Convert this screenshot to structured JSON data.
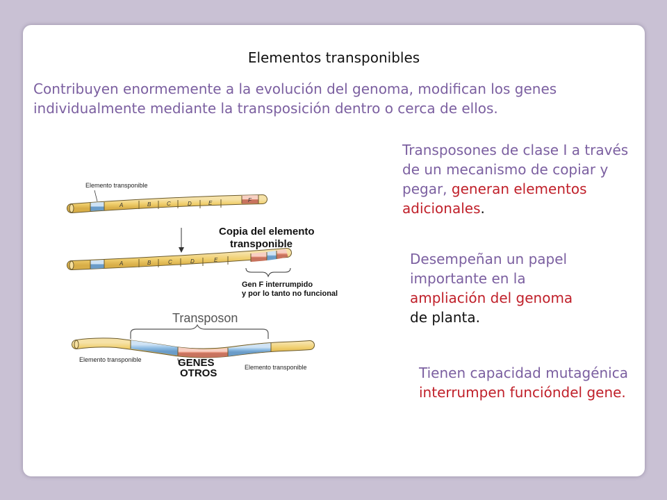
{
  "slide": {
    "title": "Elementos transponibles",
    "intro": "Contribuyen enormemente a la evolución del genoma, modifican los genes individualmente mediante la transposición dentro o cerca de ellos."
  },
  "block1": {
    "part1": "Transposones de clase I a través de un mecanismo de copiar y pegar,",
    "part2": " generan elementos adicionales",
    "part3": "."
  },
  "block2": {
    "part1": "Desempeñan un papel importante en la ",
    "part2": "ampliación del genoma",
    "part3": " de planta."
  },
  "block3": {
    "part1": "Tienen capacidad mutagénica ",
    "part2": "interrumpen funciónd",
    "part3": "el gene."
  },
  "diagram": {
    "label_elemento_top": "Elemento transponible",
    "segments": [
      "A",
      "B",
      "C",
      "D",
      "E",
      "F"
    ],
    "copia_line1": "Copia del elemento",
    "copia_line2": "transponible",
    "gen_line1": "Gen F interrumpido",
    "gen_line2": "y por lo tanto no funcional",
    "transposon": "Transposon",
    "elemento_left": "Elemento transponible",
    "elemento_right": "Elemento transponible",
    "otros_line1": "OTROS",
    "otros_line2": "GENES"
  }
}
